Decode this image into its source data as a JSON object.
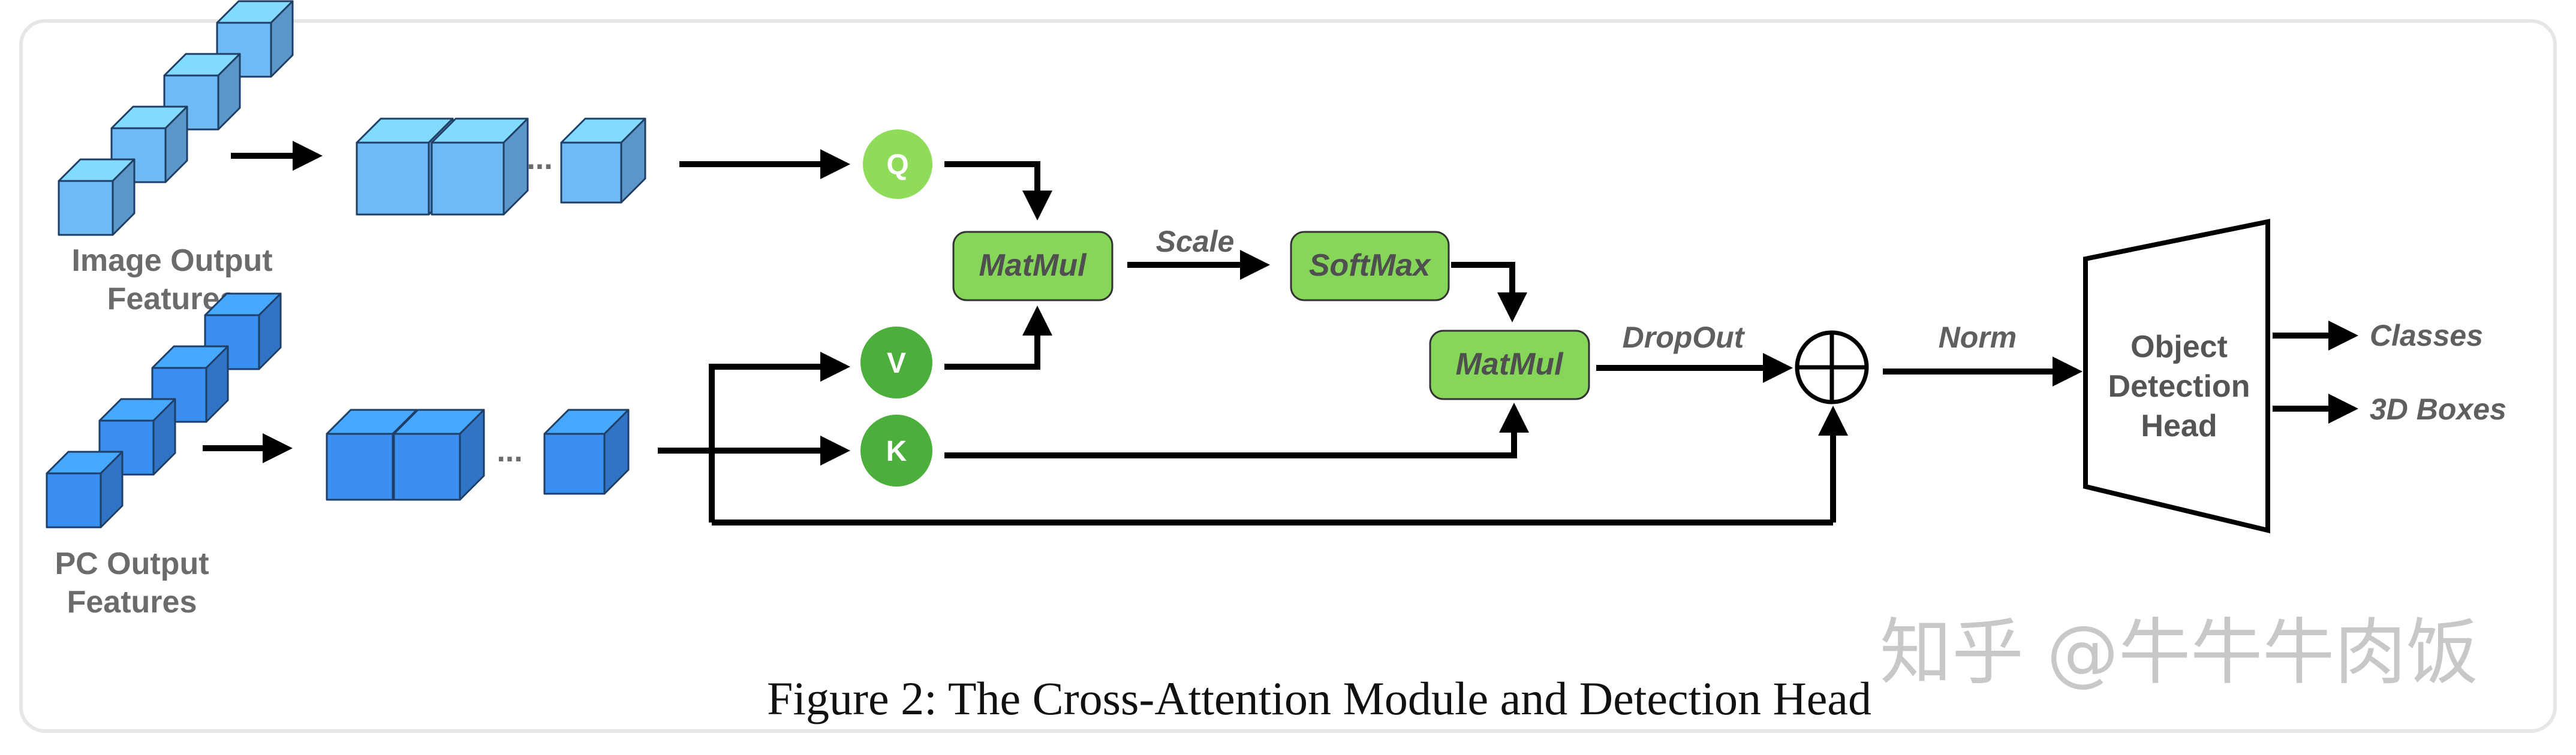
{
  "inputs": {
    "image_label_line1": "Image Output",
    "image_label_line2": "Features",
    "pc_label_line1": "PC Output",
    "pc_label_line2": "Features",
    "ellipsis": "..."
  },
  "nodes": {
    "q": "Q",
    "v": "V",
    "k": "K",
    "matmul1": "MatMul",
    "softmax": "SoftMax",
    "matmul2": "MatMul",
    "head_line1": "Object",
    "head_line2": "Detection",
    "head_line3": "Head"
  },
  "edge_labels": {
    "scale": "Scale",
    "dropout": "DropOut",
    "norm": "Norm"
  },
  "outputs": {
    "classes": "Classes",
    "boxes": "3D Boxes"
  },
  "caption": "Figure 2: The Cross-Attention Module and Detection Head",
  "watermark": "知乎 @牛牛牛肉饭",
  "colors": {
    "cube_light": "#6fb9f5",
    "cube_dark": "#3b8ff0",
    "q_circle": "#8fdc5a",
    "vk_circle": "#4caf3c",
    "op_box": "#86d65a"
  }
}
